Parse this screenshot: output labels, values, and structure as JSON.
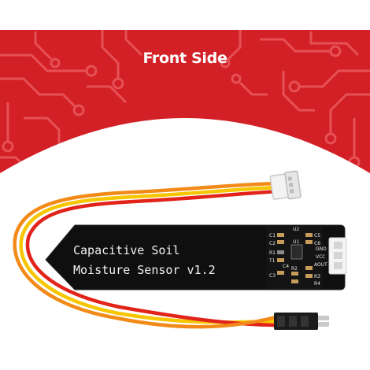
{
  "header": {
    "title": "Front Side"
  },
  "board": {
    "label_line1": "Capacitive Soil",
    "label_line2": "Moisture Sensor v1.2",
    "pins": [
      "GND",
      "VCC",
      "AOUT"
    ],
    "components": [
      "U2",
      "C5",
      "C1",
      "C2",
      "U1",
      "C6",
      "R1",
      "T1",
      "C4",
      "R2",
      "R3",
      "C3",
      "R4"
    ]
  },
  "colors": {
    "banner_red": "#d31f26",
    "trace_red": "#e8575c",
    "pcb_black": "#101010",
    "wire_red": "#e2231a",
    "wire_yellow": "#f7c600",
    "wire_black": "#1a1a1a"
  }
}
